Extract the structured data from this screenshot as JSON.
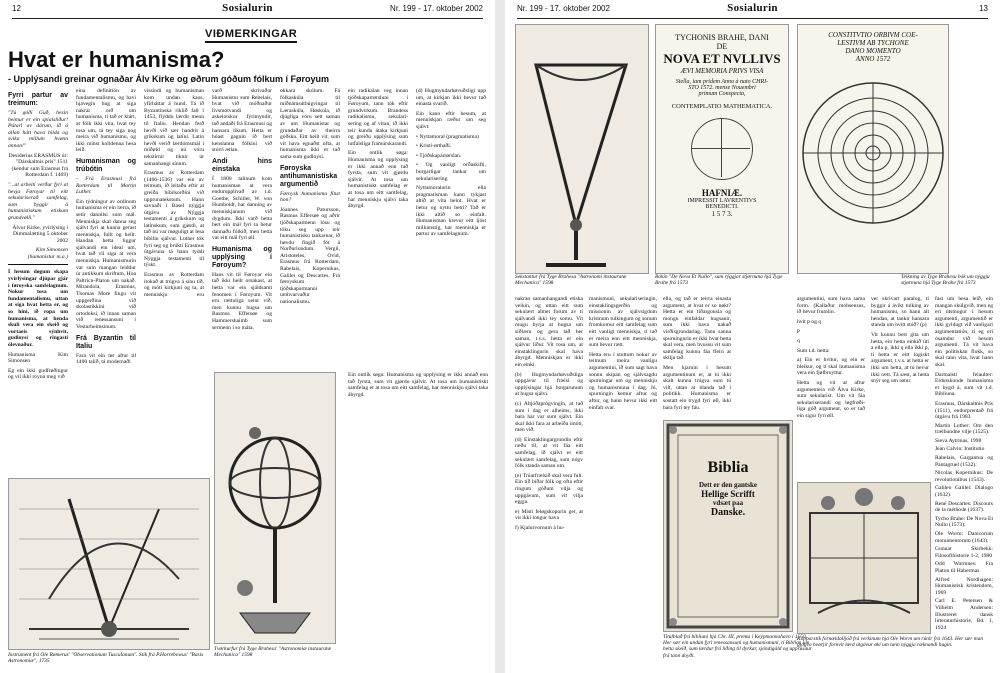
{
  "left_page": {
    "page_number": "12",
    "brand": "Sosialurin",
    "issue": "Nr. 199 - 17. oktober 2002",
    "section": "VIÐMERKINGAR",
    "headline": "Hvat er humanisma?",
    "deck": "- Upplýsandi greinar ognaðar Álv Kirke og øðrum góðum fólkum í Føroyum",
    "col1": {
      "lead_title": "Fyrri partur av treimum:",
      "quote1": "\"Tú góði Guð, hesin heimur er ein spíalsliður! Pútarl av dárum, ið á allan hátt hava hilda og svika millum hvønn annan!\"",
      "attrib1": "Desiderius ERASMUS úr: \"Dárskaltnis prís\" 1511 (kendur sum Erasmus frá Rotterdam f. 1469)",
      "quote2": "\"...at arbeiti verður fyri at hevja Føroyar til eitt sekulariserað samfelag, sum byggir á humanistiskum etiskum grundvølli.\"",
      "attrib2": "Álvur Kirke, yvirlýsing í Dimmalætting 5 oktober 2002",
      "author": "Kim Simonsen (humanistur m.a.)",
      "intro_bold": "Í hesum døgum skapa yvirlýsingar djúpar gjár í føroyska samfelagnum. Nokur tosa um fundamentalismu, uttan at siga hvat hetta er, og so hini, ið ropa um humanisma, at henda skuli vera ein skeið og vurtaeis sýnhvit, gudloysi og ringasti ólevnaður.",
      "sign": "Humanisma Kim Simonsen",
      "body": "Eg ein ikki gudfrøðingur og vil ikki royna meg við"
    },
    "col2": {
      "body1": "eina definitión av fundamentalismu, og havi hjavegin hug at siga nakrar orð um humanisma, tí tað er klárt, at fólk ikki vita, hvat tey tosa um, tá tey siga nog meira við humanismu, og ikki minst kolldenna hesa leið.",
      "head1": "Humanisman og trúbótin",
      "sub1": "- Frá Erasmusi frá Rotterdam til Martin Luther.",
      "body2": "Ein týdningur av ordinum humanisma er ein lærra, ið setir dannilsi sum mál. Menniskja skal danna seg sjálvt fyri at kunna gerast menniskja, fullt og heilt. Handan hetta liggur sjálvandi ein ideal um, hvat tað vil siga at vera menniskja. Humanismurin var sum mangan leiddur úr antikkum skriftum, Hoa Paltrícu-Platon um nakað. Mirandola, Erasmus, Thomas More fingu vit uppgerðina við skolastikkini við ortodoksí, ið innan saman við renessansuni í Vesturheimsinum.",
      "head2": "Frá Byzantin til Italiu",
      "body3": "Fara vit ein tør aftur til 1400 talið, tá modernaði"
    },
    "col3": {
      "body1": "víssindi og humanisman kom undan kaos, yfirháttar á hund. Tá ið Byzantinska riklið fall í 1453, flýddu lærdir menn til Italiu. Hendan ferð hevði við sær handrit á grikskum og latíni. Latín hevði verið lærdómsmál í miðøld og nú vóru tekstirnir tiknir úr samanhangi sínum.",
      "body2": "Erasmus av Rotterdam (1466-1536) var ein av teimum, ið leitaðu eftir at greiða bíbilsorðini við upprunatekstum. Hann savnaði í Basel nýggja útgávu av Nýggja testamenti á grikskum og latínskum, sum gjørdi, at tað nú var møguligt at lesa bíbilin sjálvur. Luther tók fyri seg og brúkti Erasmus útgávuna tá hann tyddi Nýggja testamenti til týskt.",
      "body3": "Erasmus av Rotterdam ítokað at trúgva á sínu tíð, og móti kirkjuni og ta, at menniskju eru ábyrgdarfull. Hugsanin var ikki at menniskja kundi skapa seg sjálvt uttan Guð, men at menniskja skuldi lesa og skilja sjálvt."
    },
    "col4": {
      "body1": "varð skrivaður Humanistur sum Rebelais, hvat við móðnaður lívsmótvandi og askelotskur fyrimyndir, tað andaði frá Erasmusi og hansara líkum. Hetta er hóast gagnin ið bert kenslanna fólkini við stórri ætlan.",
      "head1": "Andi hins einstaka",
      "body2": "Í 1800 talinum kom humanisman at vera endurupplivað av t.d. Goethe, Schiller, W. von Humboldt, har danning av menniskjanum við dygdum. Ikki varð hetta bert ein mál fyri ta betur dannaðu fólkið, men hetta var eitt mál fyri øll.",
      "head2": "Humanisma og upplýsing í Føroyum?",
      "body3": "Hans vit til Føroyar ein tað ikki heilt orsakast, at hetta var ein sjáldsamt fenomen í Føroyum. Vit eru rættuliga seint við, men kunnu hugsa um Rasmus Effersøe og Hammershaimb sum sermenn í so máta."
    },
    "col5": {
      "body1": "okkara skúlum. Fá fólkaskúla til miðnámsútbúgvingar til Læraskúla, Høskúla, ið djúgliga vóru sett saman av um Humanistar og grundaðar av theirra góðsku. Eitt heilt vit, sum vit hava egnaðst ofta, at humanisma ikki er tað sama sum gudloysi.",
      "head1": "Føroyska antihumanistiska argumentið",
      "sub1": "Føroysk humanisma fínst hon?",
      "body2": "Jóannes Patursson, Rasmus Effersøe og aðrir tjóðskaparmenn lósu og tóku seg upp teir humanistisku tankarnar, ið høvdu fingið fót á Norðurlondum. Vergil, Aristoteles, Ovid, Erasmus frá Rotterdam, Rabelais, Kopernikus, Galilei og Descartes. Frá føroyskum tjóðskaparmanni umhvarvaður nationalismu."
    },
    "col6": {
      "body1": "ein radikalan veg innan tjóðskaparrørsluni í Føroyum, tann tók eftir grundvirkum. Brandess radikalismu, sekulari-sering og af vitan, ið ikki teir kundu átaka kirkjuni og greiðu upplýsing sum lutfalsliga framúrskarandi.",
      "body2": "Ein ontlík søga: Humanisma og upplýsing er ikki annað enn tað fyrsta, sum vit gjørdu sjálvir. At tosa um humanistiskt samfelag er at tosa um eitt samfelag, har menniskju sjálvi taka ábyrgd."
    },
    "col7": {
      "body1": "(d) Hugmyndarhøvuðsligi upp um, at kirkjan ikki hevur tað einasta svarið.",
      "body2": "Ein kann eftir hesum, at menniskjan ræður um seg sjálvt:",
      "bullets": [
        "Nyttamoral (pragmatisma)",
        "Kristi-ørthaði.",
        "Tjóðskaparrørslan.",
        "Og vanligt orðaskifti, borgarligar tankar um sekularisering"
      ],
      "body3": "Nyttamoralurin ella pragmatisman kann tykjast altíð at vita beint. Hvat er betur og nyttu betri? Tað er ikki altíð so einfalt. Humanisman krevur eitt ljóst millumstig, har menniskja er partur av samfelagnum."
    },
    "fig_left": {
      "caption": "Instrument frá Ole Rømerus' \"Observationum Tusculanum\". Stik frá P.Horrebowus' \"Basis Astronomiæ\", 1735"
    },
    "fig_mid": {
      "caption": "Tvørkurfur frá Tyge Brahesa' \"Astronomiæ instauratæ Mechanica\" 1598"
    }
  },
  "right_page": {
    "page_number": "13",
    "brand": "Sosialurin",
    "issue": "Nr. 199 - 17. oktober 2002",
    "plate1": {
      "caption": "Sekstantur frá Tyge Brahesa \"Astronomi instauratæ Mechanica\" 1598"
    },
    "plate2": {
      "caption": "Bókin \"De Nova Et Nullo\", sum rýggjar stjørnuna hjá Tyge Brahe frá 1573",
      "title_lines": [
        "TYCHONIS BRAHE, DANI",
        "DE",
        "NOVA ET NVLLIVS",
        "ÆVI MEMORIA PRIVS VISA",
        "Stella, iam pridem Anno à nato CHRI-",
        "STO 1572. mense Nouembri",
        "primum Conspecta,",
        "CONTEMPLATIO MATHEMATICA.",
        "HAFNIÆ.",
        "IMPRESSIT LAVRENTIVS",
        "BENEDICTI.",
        "1 5 7 3."
      ]
    },
    "plate3": {
      "caption": "Teikning av Tyge Brahesu bók um nýggju stjørnuna hjá Tyge Brahe frá 1573",
      "title_lines": [
        "CONSTITVTIO ORBIVM COE-",
        "LESTIVM AB TYCHONE",
        "DANO MOMENTO",
        "ANNO 1572"
      ]
    },
    "bible": {
      "caption": "Titulblað frá bíbliuni hjá Chr. III, prenta í Keypmannahavn í 1550. Her sær ein undan fyri renessansuni og humanismuni, tí Biblian um hetta skeið, sum lærdur frá liðing til dyrkar, sjóndigáld og upprúsaur frá tann doyði.",
      "title_lines": [
        "Biblia",
        "Dett er den gantske",
        "Hellige Scrifft",
        "vdsæt paa",
        "Danske."
      ]
    },
    "fig_right": {
      "caption": "Kopparstik fornældalljóð frá verkinum hjá Ole Worm um rúnir frá 1643. Her sær man gjógva hvørjir fornvit lærd útgávur øki um tann nýggja ræknandi hugin."
    },
    "rcol1": {
      "body": "nakran samanhangandi etiska veikin, og uttan eitt sum sekulært almet forum av tí sjálvandi ikki tey somu. Vit mugu byrja at hugsa um siðlæru og gera tað her saman, t.v.s. hetta er ein sjálvur liður. Vit tosa um, at einstaklingurin skal hava ábyrgd. Menniskjan er ikki ein einki.",
      "items": [
        "(b) Hugmyndarhøvuðsliga uppgávur til frælsi og upplýsingar hjá borgarunum at hugsa sjálvi.",
        "(c) Altjóðaprógvingin, at tað sum í dag er alheims, ikki bara har var sum sjálvt. Ein skal ikki fara at arbeiða ímóti, men við.",
        "(d) Einstaklingargrundin eftir ræðu til, at vit fáa eitt samfelag, ið sjálvt er eitt sekulært samfelag, sum nógv fólk standa saman um.",
        "(e) Trúarfrælsið skal vera fult. Ein tíð bíðar fólk og ofta eftir ringum góðum vilja og uppgávum, sum vit vilja eggja.",
        "e) Misti feløgskopurin ger, at vit ikki longur hava",
        "f) Kjalurvornum á hu-"
      ]
    },
    "rcol2": {
      "body": "manismuni, sekulariseringin, einstaklingsgerðin og missionin av sjálvsigdum kristnum tulkingum og sonum fromkomur eitt samfelag sum eitt vanligt menniskja, tí tað er meira enn eitt menniskja, sum hevur rætt.",
      "body2": "Hetta eru í stuttum nokur av teimum meira vanligu argumentini, ið sum sagt hava sonnu skipan og sjálvsagdu spurningar um og menniskju og humanismuna í dag. Jú, spurningin kemur aftur og aftur, og hann hevur ikki eitt einfalt svar."
    },
    "rcol3": {
      "body": "ella, og tað er teirra einasta argument, at hvat er so nøkt? Hetta er ein tíðargonsla og mongu einfaldar hugsanir, sum ikki hava nakað virðisgrundarlag. Tann sanna spurningurin er ikki hvat hetta skal vera, men hvussu vit sum samfelag kunnu fáa fleiri at skilja tað.",
      "body2": "Men kjarnin í hesum argumentinum er, at tú ikki skalt kunna trúgva sum tú vilt, uttan at blanda tað í politikk. Humanisma er sostatt ein trygd fyri øll, ikki bara fyri tey fáu."
    },
    "rcol4": {
      "body": "argumentini, sum hava sama form. (Kallaður mobsensus, ið hevur frumlin.",
      "formula": [
        "hvít p og q",
        "p",
        "q",
        "Sum t.d. hetta:"
      ],
      "body2": "a) Ein er hvítur, og ein er bleikur, og tí skal humanisma vera ein fjølbroyttur.",
      "body3": "Hetta og vit at aftur argumentera við Álva Kirke, sum sekularist. Um vit fáa sekulariserandi og løgfrøði-liga góð argument, so er tað ein sigur fyri øll."
    },
    "rcol5": {
      "body": "ver skrivart paralog, tí byggir á ávíkt tulking av humanismu, so hann alt hendan, at tankir hansara standa um hvítt stóð? (p)",
      "body2": "Vit kunnu bert gita um hetta, ein hetta einkið úti a ella p, ikki q ella ikki p, tí hetta er eitt logiskt argument, t.v.s. at hetta er ikki um hetta, at tú hevur ikki rætt. Tá sæst, at hetta snýr seg um røtur."
    },
    "rcol6": {
      "body": "fast um hesa leið, ein mangan skúlgvið, men eg eri útsmogur í hesum argumenti, argumentið er ikki gyldugt við vanligari argumentatión, tí eg eri ósamdur við hesum argumenti. Tá vit hava ein politiskan flokk, so skal tann vita, hvat hann skal.",
      "notes_title": "Darmalsti felaulter: Eldurskunde humanisma er bygd á, sum vit t.d. Bíbliuna.",
      "refs": [
        "Erasmus, Dárskaltnis Prís (1511), endurprentað frá útgávu frá 1983",
        "Martin Luther: Om den trælbundne vilje (1525).",
        "Sieva Aytrinas, 1998",
        "Jean Calvin: Institutio",
        "Rabelais, Gargantua og Pantagruel (1532).",
        "Nicolas Kopernikus: De revolutionibus (1543).",
        "Galileo Galilei: Dialogo (1632).",
        "René Descartes: Discours de la méthode (1637).",
        "Tycho Brahe: De Nova Et Nullo (1573).",
        "Ole Worm: Danicorum monumentorum (1643).",
        "Gunnar Skirbekk: Filosofihistorie 1-2, 1980",
        "Odd Wormnes: Fra Platon til Habermas",
        "Alfred Nordhagen: Humanistisk kristendom, 1969",
        "Carl E. Petersen & Vilhelm Andersen: Illustreret dansk litteraturhistorie, Bd. 1, 1924"
      ]
    }
  }
}
